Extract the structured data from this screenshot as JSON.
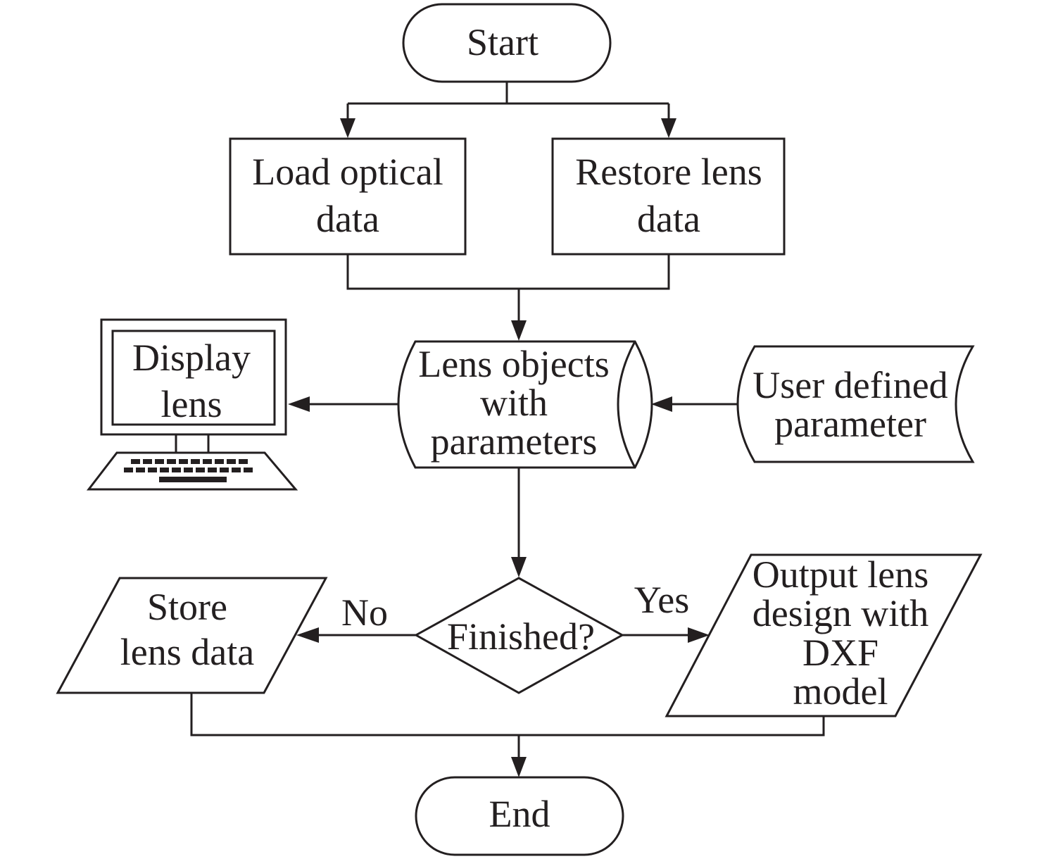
{
  "nodes": {
    "start": "Start",
    "load_optical_data": [
      "Load optical",
      "data"
    ],
    "restore_lens_data": [
      "Restore lens",
      "data"
    ],
    "lens_objects": [
      "Lens objects",
      "with",
      "parameters"
    ],
    "display_lens": [
      "Display",
      "lens"
    ],
    "user_defined_parameter": [
      "User defined",
      "parameter"
    ],
    "finished": "Finished?",
    "store_lens_data": [
      "Store",
      "lens data"
    ],
    "output_lens_design": [
      "Output lens",
      "design with",
      "DXF",
      "model"
    ],
    "end": "End"
  },
  "edges": {
    "no_label": "No",
    "yes_label": "Yes"
  }
}
